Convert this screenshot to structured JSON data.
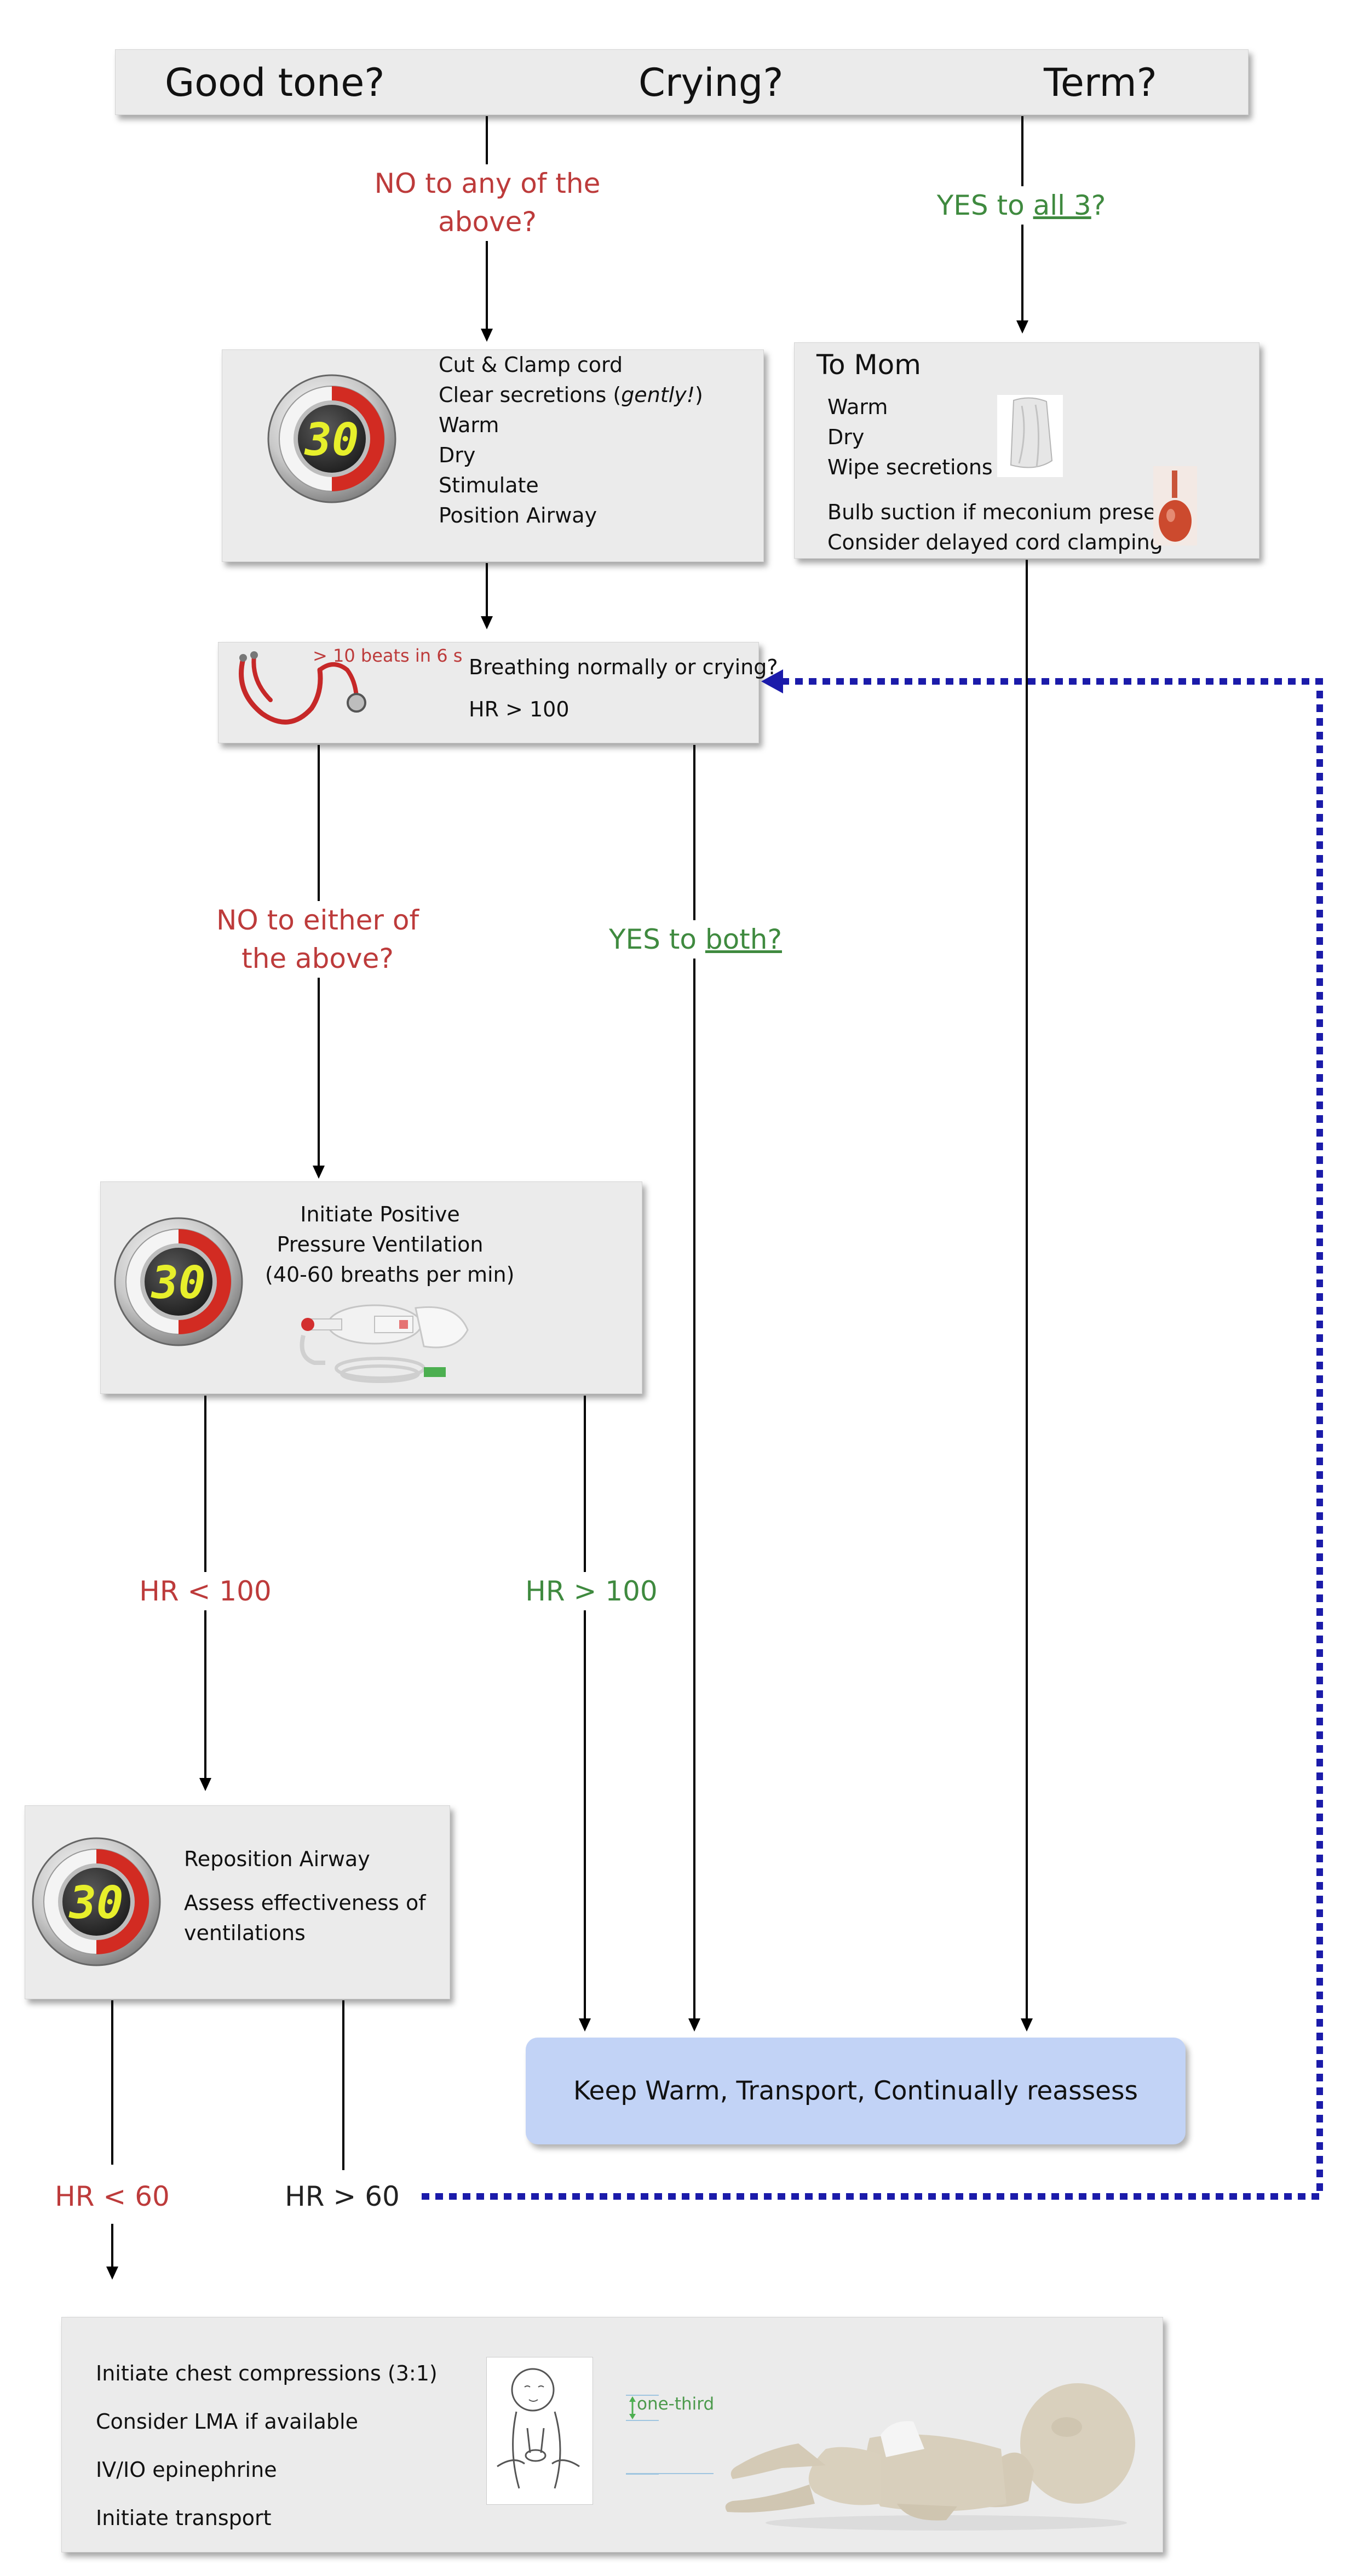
{
  "header": {
    "q1": "Good tone?",
    "q2": "Crying?",
    "q3": "Term?"
  },
  "branch_no_any": {
    "line1": "NO to any of the",
    "line2": "above?"
  },
  "branch_yes_all": {
    "prefix": "YES to ",
    "link": "all 3",
    "suffix": "?"
  },
  "initial_steps": {
    "timer": "30",
    "items": [
      "Cut & Clamp cord",
      "Clear secretions (",
      "gently!",
      ")",
      "Warm",
      "Dry",
      "Stimulate",
      "Position Airway"
    ]
  },
  "to_mom": {
    "title": "To Mom",
    "items": [
      "Warm",
      "Dry",
      "Wipe secretions",
      "Bulb suction if meconium present",
      "Consider delayed cord clamping"
    ]
  },
  "assess": {
    "stethoscope_note": "> 10 beats in 6 s",
    "q1": "Breathing normally or crying?",
    "q2": "HR > 100"
  },
  "branch_no_either": {
    "line1": "NO to either of",
    "line2": "the above?"
  },
  "branch_yes_both": {
    "prefix": "YES to ",
    "link": "both?"
  },
  "ppv": {
    "timer": "30",
    "line1": "Initiate Positive",
    "line2": "Pressure Ventilation",
    "line3": "(40-60 breaths per min)"
  },
  "branch_hr_lt_100": "HR < 100",
  "branch_hr_gt_100": "HR > 100",
  "reposition": {
    "timer": "30",
    "line1": "Reposition Airway",
    "line2": "Assess effectiveness of",
    "line3": "ventilations"
  },
  "keep_warm": "Keep Warm, Transport, Continually reassess",
  "branch_hr_lt_60": "HR < 60",
  "branch_hr_gt_60": "HR > 60",
  "compressions": {
    "items": [
      "Initiate chest compressions (3:1)",
      "Consider LMA if available",
      "IV/IO epinephrine",
      "Initiate transport"
    ],
    "depth_label": "one-third"
  },
  "colors": {
    "no_red": "#bd3b3b",
    "yes_green": "#3f8a3f",
    "loop_blue": "#1b1baa",
    "keep_warm_bg": "#c2d3f6"
  }
}
